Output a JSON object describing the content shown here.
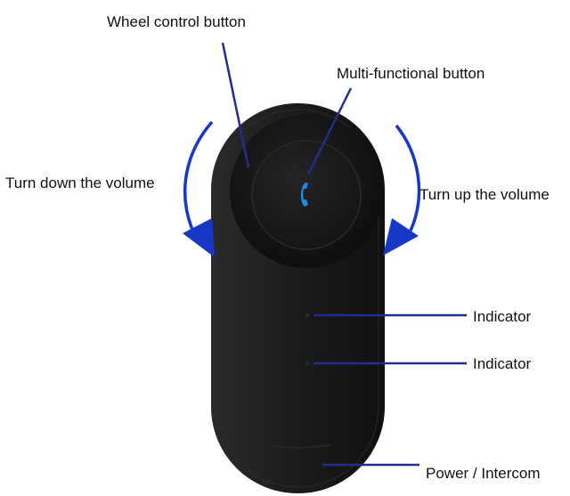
{
  "device": {
    "phone_icon": "phone-handset-icon",
    "colors": {
      "body": "#1b1b1d",
      "wheel": "#121214",
      "button": "#1a1a1c",
      "leader_line": "#1f2f8c",
      "arrow": "#1737c7",
      "phone_glyph": "#1f8be0"
    }
  },
  "labels": {
    "wheel_control": "Wheel control button",
    "multi_functional": "Multi-functional button",
    "volume_down": "Turn down the volume",
    "volume_up": "Turn up the volume",
    "indicator_1": "Indicator",
    "indicator_2": "Indicator",
    "power_intercom": "Power / Intercom"
  }
}
